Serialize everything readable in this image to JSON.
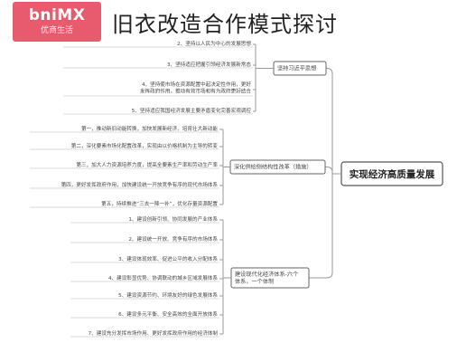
{
  "logo": {
    "name": "bniMX",
    "sub": "优商生活"
  },
  "title": "旧衣改造合作模式探讨",
  "root": {
    "label": "实现经济高质量发展"
  },
  "branches": [
    {
      "label": "坚持习近平思想",
      "items": [
        "2、坚持以人民为中心的发展思想",
        "3、坚持适应把握引领经济发展新常态",
        "4、坚持使市场在资源配置中起决定性作用，更好发挥政府作用，推动有效市场和有为政府更好结合",
        "5、坚持适应我国经济发展主要矛盾变化完善宏观调控"
      ]
    },
    {
      "label": "深化供给侧结构性改革（措施）",
      "items": [
        "第一，推动新旧动能转换，加快发展新经济、培育壮大新动能",
        "第二，深化要素市场化配置改革，实现由以价格机制为主导的转变",
        "第三，加大人力资源培养力度，提高全要素生产率和劳动生产率",
        "第四，更好发挥政府作用，加快建设统一开放竞争有序的现代市场体系",
        "第五，持续推进“三去一降一补”，优化存量资源配置"
      ]
    },
    {
      "label": "建设现代化经济体系-六个体系，一个体制",
      "items": [
        "1、建设创新引领、协同发展的产业体系",
        "2、建设统一开放、竞争有序的市场体系",
        "3、建设体现效率、促进公平的收入分配体系",
        "4、建设彰显优势、协调联动的城乡区域发展体系",
        "5、建设资源节约、环境友好的绿色发展体系",
        "6、建设多元平衡、安全高效的全面开放体系",
        "7、建设充分发挥市场作用、更好发挥政府作用的经济体制"
      ]
    }
  ]
}
